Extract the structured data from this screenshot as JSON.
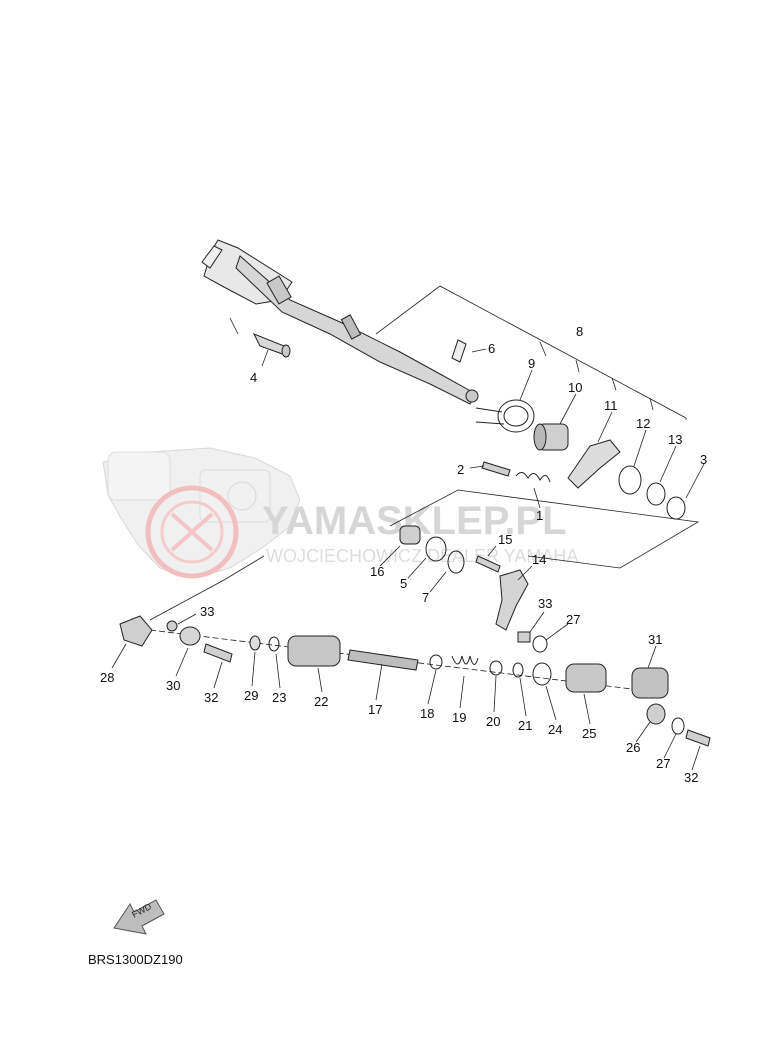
{
  "diagram": {
    "drawing_code": "BRS1300DZ190",
    "fwd_arrow_label": "FWD",
    "watermark": {
      "title": "YAMASKLEP.PL",
      "subtitle": "WOJCIECHOWICZ DEALER YAMAHA"
    },
    "callouts": [
      "1",
      "2",
      "3",
      "4",
      "5",
      "6",
      "7",
      "8",
      "9",
      "10",
      "11",
      "12",
      "13",
      "14",
      "15",
      "16",
      "17",
      "18",
      "19",
      "20",
      "21",
      "22",
      "23",
      "24",
      "25",
      "26",
      "27",
      "28",
      "29",
      "30",
      "31",
      "32",
      "33"
    ],
    "callouts_repeated": [
      "27",
      "32",
      "33"
    ]
  }
}
